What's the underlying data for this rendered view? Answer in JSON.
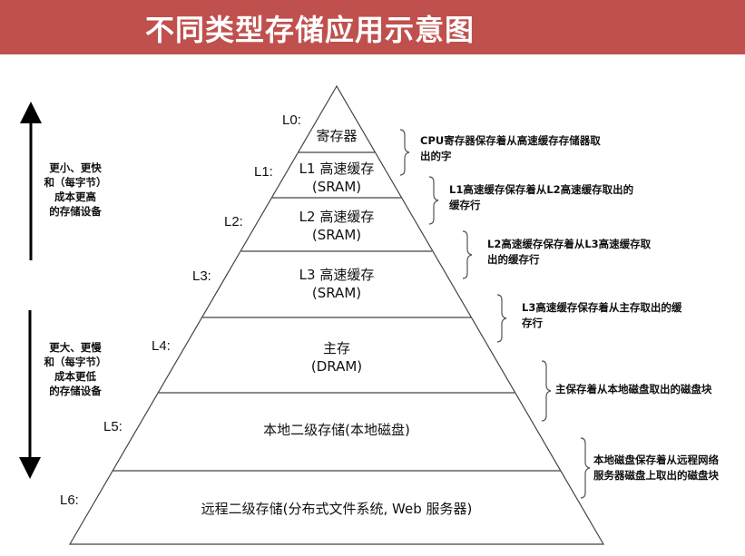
{
  "title": "不同类型存储应用示意图",
  "side_labels": {
    "top": [
      "更小、更快",
      "和（每字节）",
      "成本更高",
      "的存储设备"
    ],
    "bottom": [
      "更大、更慢",
      "和（每字节）",
      "成本更低",
      "的存储设备"
    ]
  },
  "levels": [
    {
      "tag": "L0:",
      "line1": "寄存器",
      "line2": ""
    },
    {
      "tag": "L1:",
      "line1": "L1 高速缓存",
      "line2": "(SRAM)"
    },
    {
      "tag": "L2:",
      "line1": "L2 高速缓存",
      "line2": "(SRAM)"
    },
    {
      "tag": "L3:",
      "line1": "L3 高速缓存",
      "line2": "(SRAM)"
    },
    {
      "tag": "L4:",
      "line1": "主存",
      "line2": "(DRAM)"
    },
    {
      "tag": "L5:",
      "line1": "本地二级存储(本地磁盘)",
      "line2": ""
    },
    {
      "tag": "L6:",
      "line1": "远程二级存储(分布式文件系统, Web 服务器)",
      "line2": ""
    }
  ],
  "notes": [
    [
      "CPU寄存器保存着从高速缓存存储器取",
      "出的字"
    ],
    [
      "L1高速缓存保存着从L2高速缓存取出的",
      "缓存行"
    ],
    [
      "L2高速缓存保存着从L3高速缓存取",
      "出的缓存行"
    ],
    [
      "L3高速缓存保存着从主存取出的缓",
      "存行"
    ],
    [
      "主保存着从本地磁盘取出的磁盘块"
    ],
    [
      "本地磁盘保存着从远程网络",
      "服务器磁盘上取出的磁盘块"
    ]
  ],
  "colors": {
    "header": "#c0504d"
  }
}
